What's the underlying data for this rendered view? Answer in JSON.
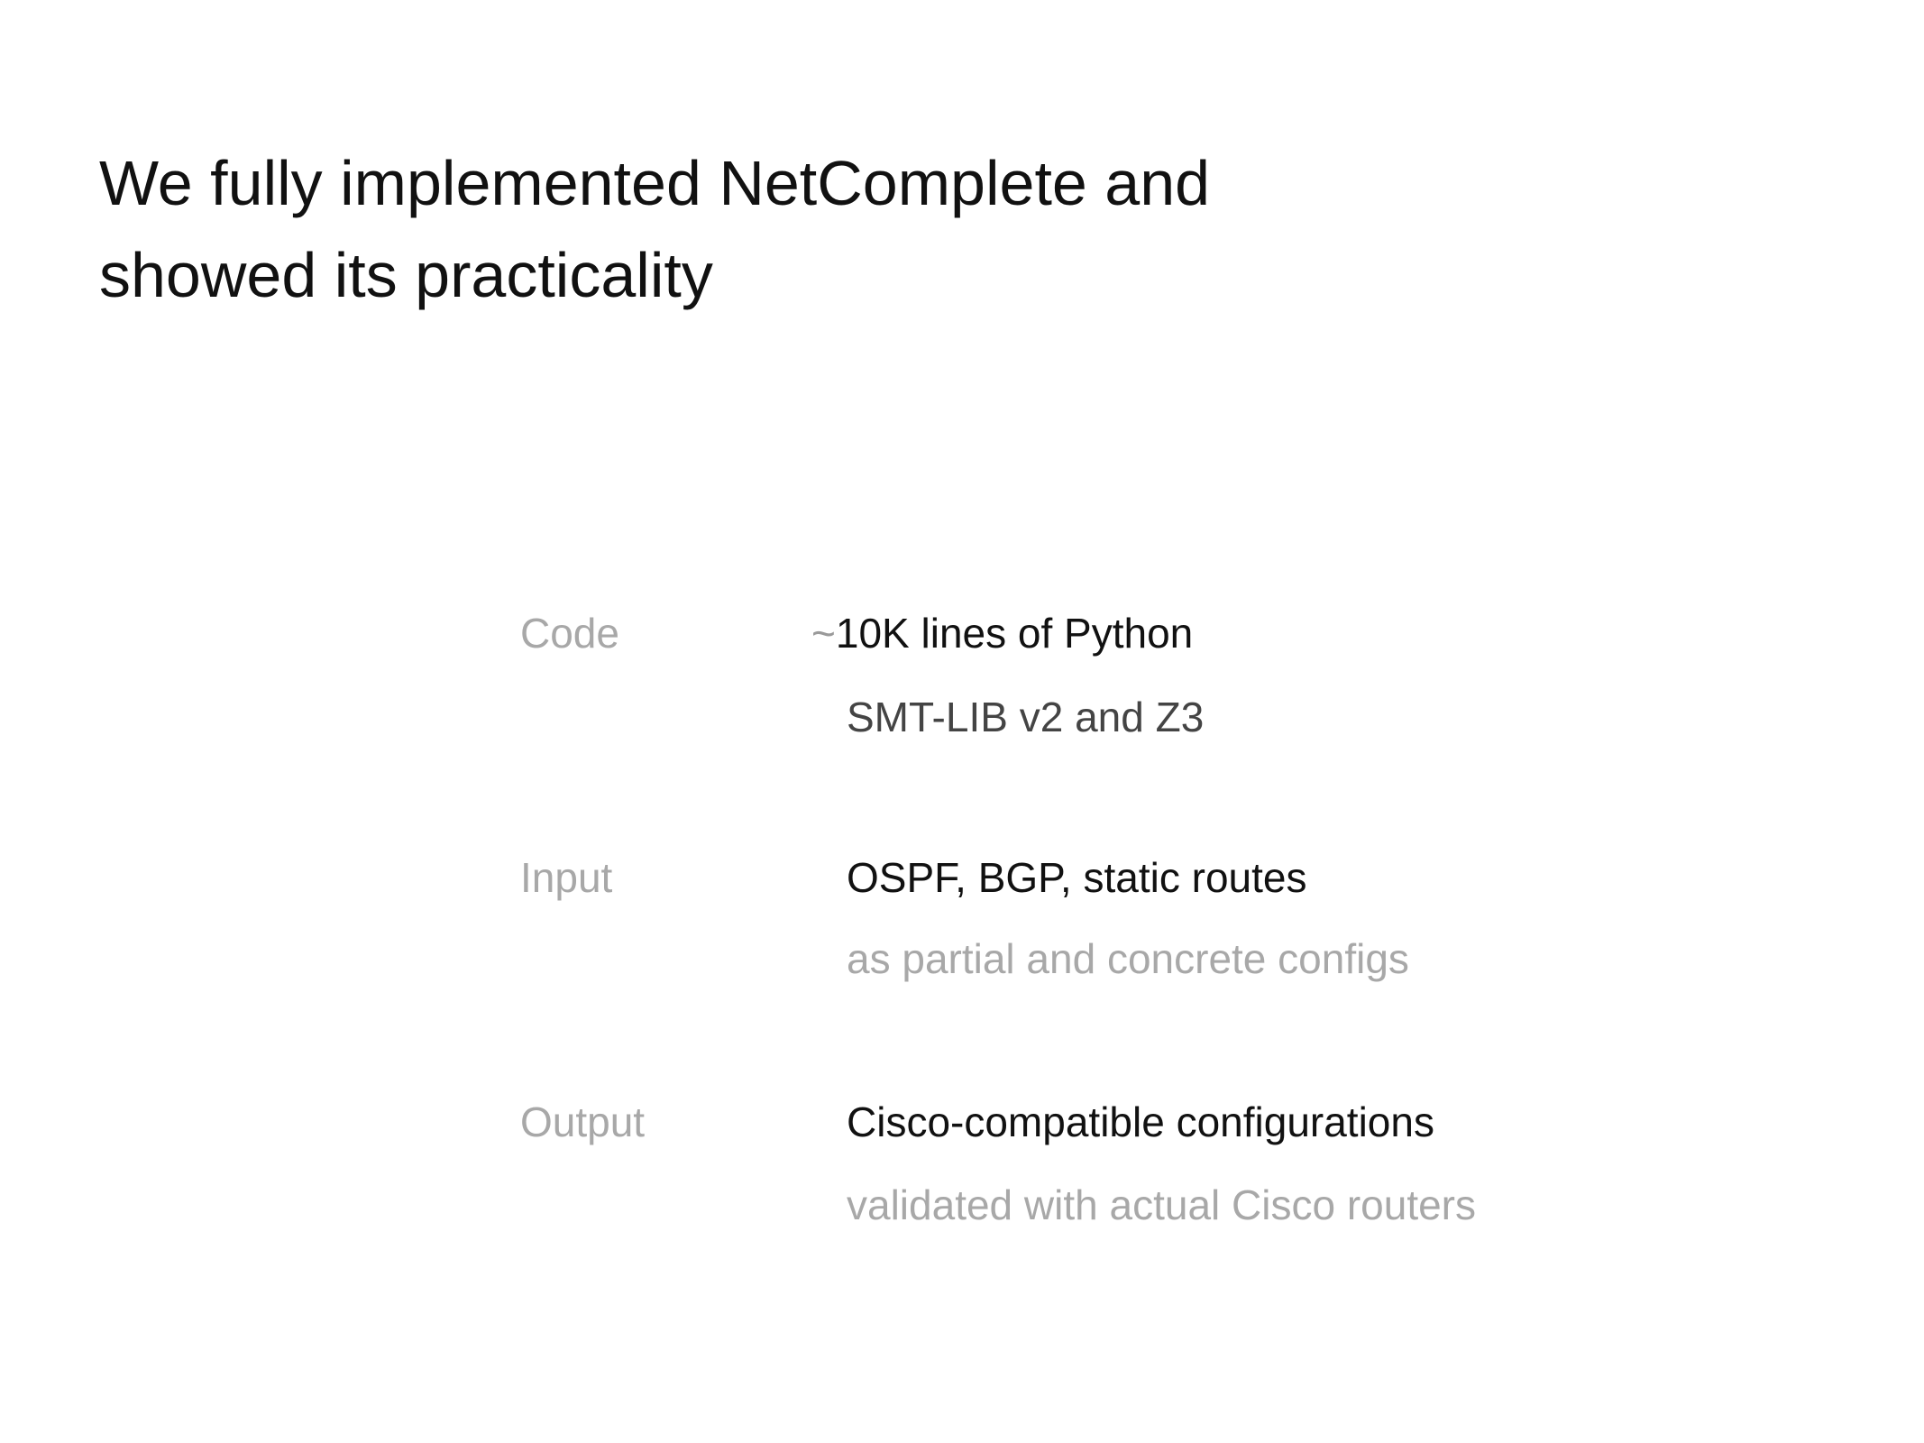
{
  "title": {
    "line1": "We fully implemented NetComplete and",
    "line2": "showed its practicality"
  },
  "rows": [
    {
      "label": "Code",
      "prefix": "~",
      "value": "10K lines of Python",
      "sub": "SMT-LIB v2 and Z3"
    },
    {
      "label": "Input",
      "value": "OSPF, BGP, static routes",
      "sub": "as partial and concrete configs"
    },
    {
      "label": "Output",
      "value": "Cisco-compatible configurations",
      "sub": "validated with actual Cisco routers"
    }
  ]
}
